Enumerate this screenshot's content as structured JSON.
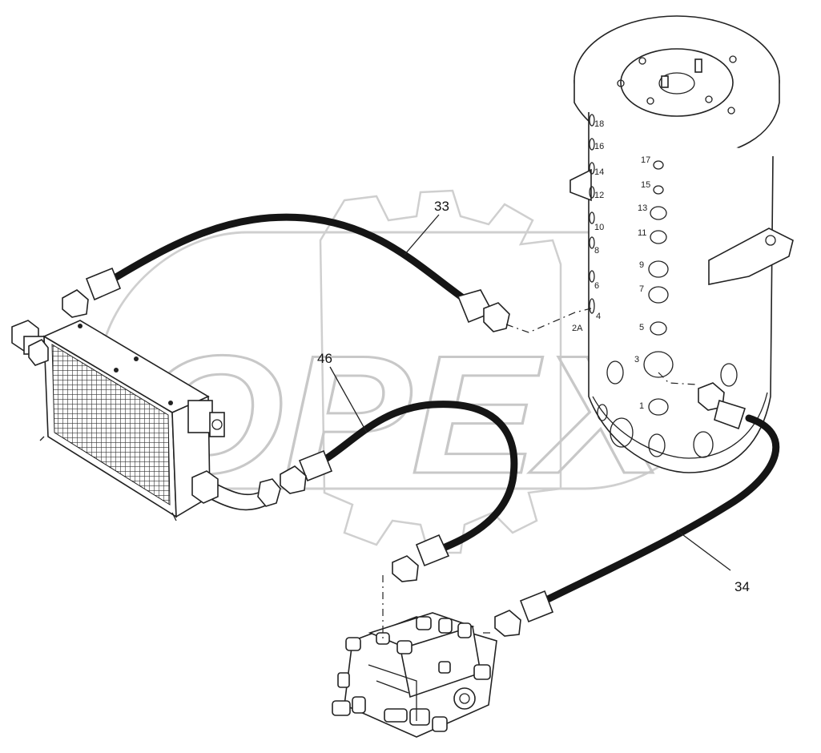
{
  "watermark": {
    "text": "OPEX"
  },
  "callouts": [
    {
      "id": "33",
      "label": "33"
    },
    {
      "id": "46",
      "label": "46"
    },
    {
      "id": "34",
      "label": "34"
    }
  ],
  "ports": [
    {
      "id": "p18",
      "label": "18"
    },
    {
      "id": "p16",
      "label": "16"
    },
    {
      "id": "p14",
      "label": "14"
    },
    {
      "id": "p12",
      "label": "12"
    },
    {
      "id": "p10",
      "label": "10"
    },
    {
      "id": "p8",
      "label": "8"
    },
    {
      "id": "p6",
      "label": "6"
    },
    {
      "id": "p4",
      "label": "4"
    },
    {
      "id": "p17",
      "label": "17"
    },
    {
      "id": "p15",
      "label": "15"
    },
    {
      "id": "p13",
      "label": "13"
    },
    {
      "id": "p11",
      "label": "11"
    },
    {
      "id": "p9",
      "label": "9"
    },
    {
      "id": "p7",
      "label": "7"
    },
    {
      "id": "p5",
      "label": "5"
    },
    {
      "id": "p3",
      "label": "3"
    },
    {
      "id": "p1",
      "label": "1"
    },
    {
      "id": "p2A",
      "label": "2A"
    }
  ],
  "colors": {
    "line": "#222222",
    "hose": "#151515",
    "watermark": "#c8c8c8",
    "background": "#ffffff"
  }
}
